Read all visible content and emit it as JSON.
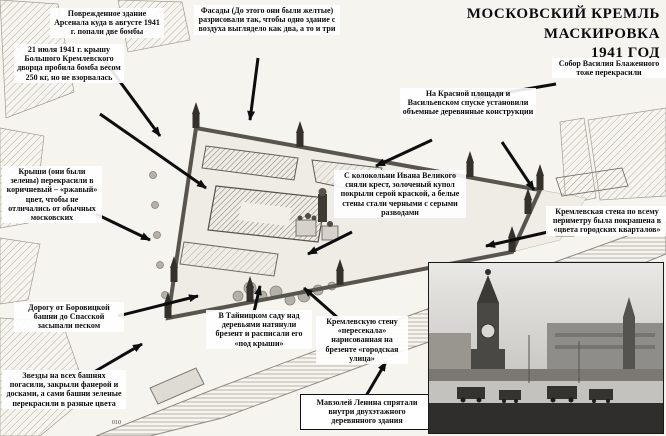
{
  "title": {
    "lines": [
      "МОСКОВСКИЙ КРЕМЛЬ",
      "МАСКИРОВКА",
      "1941 ГОД"
    ]
  },
  "callouts": [
    {
      "id": "arsenal",
      "text": "Поврежденное здание Арсенала куда в августе 1941 г. попали две бомбы"
    },
    {
      "id": "facades",
      "text": "Фасады (До этого они были желтые) разрисовали так, чтобы одно здание с воздуха выглядело как два, а то и три"
    },
    {
      "id": "palace-bomb",
      "text": "21 июля 1941 г. крышу Большого Кремлевского дворца пробила бомба весом 250 кг, но не взорвалась"
    },
    {
      "id": "roofs",
      "text": "Крыши (они были зелены) перекрасили в коричневый – «ржавый» цвет, чтобы не отличались от обычных московских"
    },
    {
      "id": "road",
      "text": "Дорогу от Боровицкой башни до Спасской засыпали песком"
    },
    {
      "id": "stars",
      "text": "Звезды на всех башнях погасили, закрыли фанерой и досками, а сами башни зеленые перекрасили в разные цвета"
    },
    {
      "id": "garden",
      "text": "В Тайницком саду над деревьями натянули брезент и расписали его «под крыши»"
    },
    {
      "id": "wall-street",
      "text": "Кремлевскую стену «пересекала» нарисованная на брезенте «городская улица»"
    },
    {
      "id": "mausoleum",
      "text": "Мавзолей Ленина спрятали внутри двухэтажного деревянного здания"
    },
    {
      "id": "ivan-belltower",
      "text": "С колокольни Ивана Великого сняли крест, золоченый купол покрыли серой краской, а белые стены стали черными с серыми разводами"
    },
    {
      "id": "red-square",
      "text": "На Красной площади и Васильевском спуске установили объемные деревянные конструкции"
    },
    {
      "id": "st-basils",
      "text": "Собор Василия Блаженного тоже перекрасили"
    },
    {
      "id": "wall-perimeter",
      "text": "Кремлевская стена по всему периметру была покрашена в «цвета городских кварталов»"
    }
  ],
  "signature": "010",
  "colors": {
    "ink": "#0d0d0d",
    "paper": "#f5f3ee"
  }
}
